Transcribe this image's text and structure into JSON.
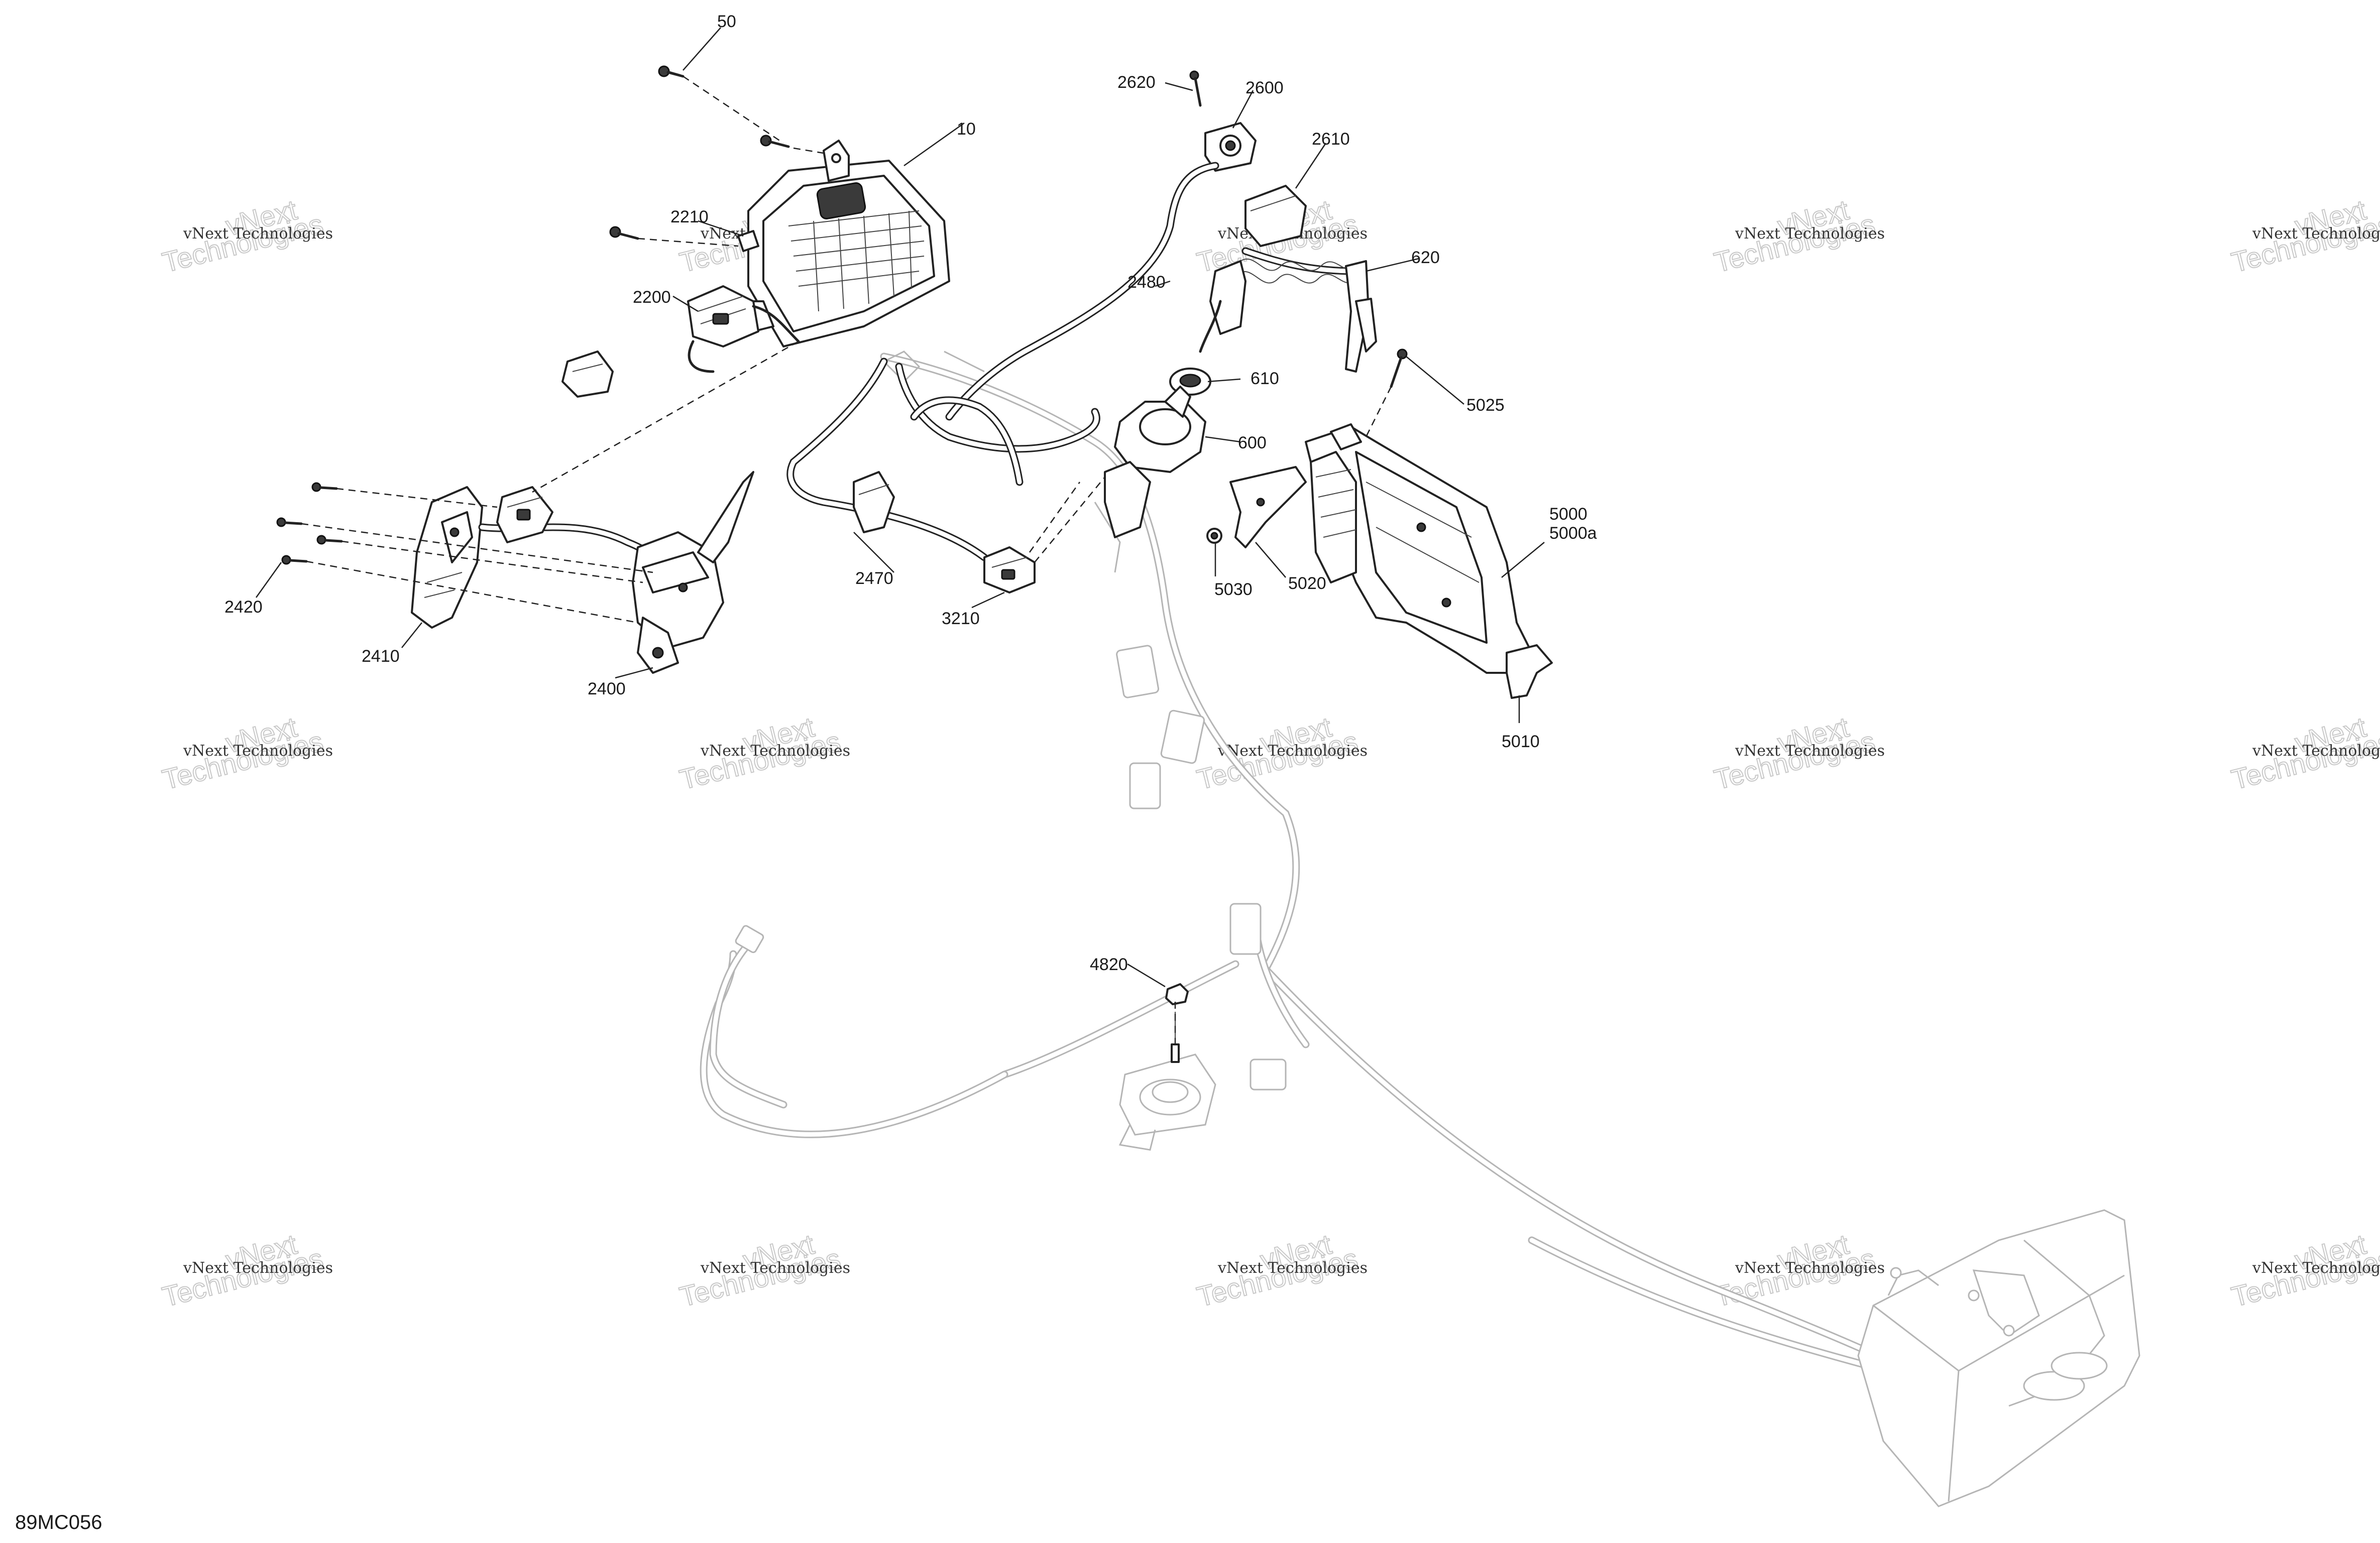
{
  "diagram": {
    "drawing_id": "89MC056",
    "watermark": {
      "line1": "vNext Technologies",
      "line2": "vNext",
      "line3": "Technologies"
    },
    "callouts": [
      "50",
      "10",
      "2210",
      "2200",
      "2620",
      "2600",
      "2610",
      "2480",
      "620",
      "610",
      "600",
      "5025",
      "5000",
      "5000a",
      "5030",
      "5020",
      "5010",
      "2470",
      "3210",
      "2420",
      "2410",
      "2400",
      "4820"
    ]
  }
}
